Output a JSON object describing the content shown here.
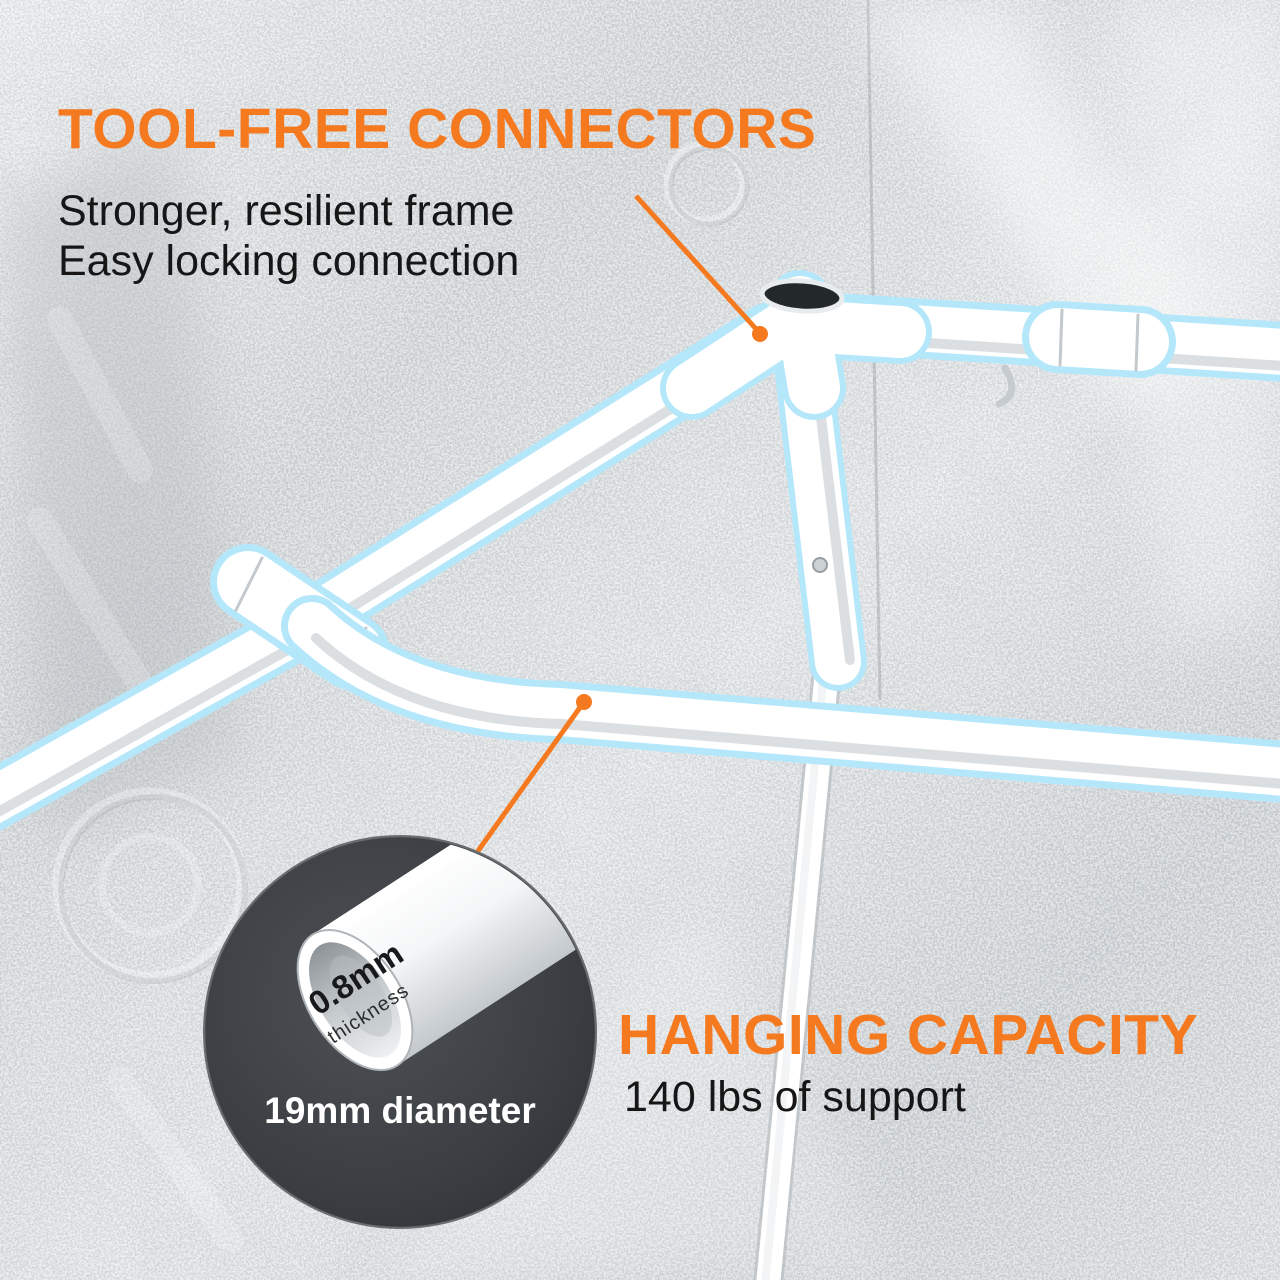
{
  "colors": {
    "accent_orange": "#f5791f",
    "text_dark": "#161616",
    "pole_glow_cyan": "#b5e7fb",
    "pole_white": "#ffffff",
    "inset_background": "#3a3e42",
    "mylar_silver": "#d7dadd"
  },
  "callout_connectors": {
    "title": "TOOL-FREE CONNECTORS",
    "line1": "Stronger, resilient frame",
    "line2": "Easy locking connection"
  },
  "callout_hanging": {
    "title": "HANGING CAPACITY",
    "subtitle": "140 lbs of support"
  },
  "inset": {
    "thickness_value": "0.8mm",
    "thickness_label": "thickness",
    "diameter_label": "19mm diameter"
  }
}
